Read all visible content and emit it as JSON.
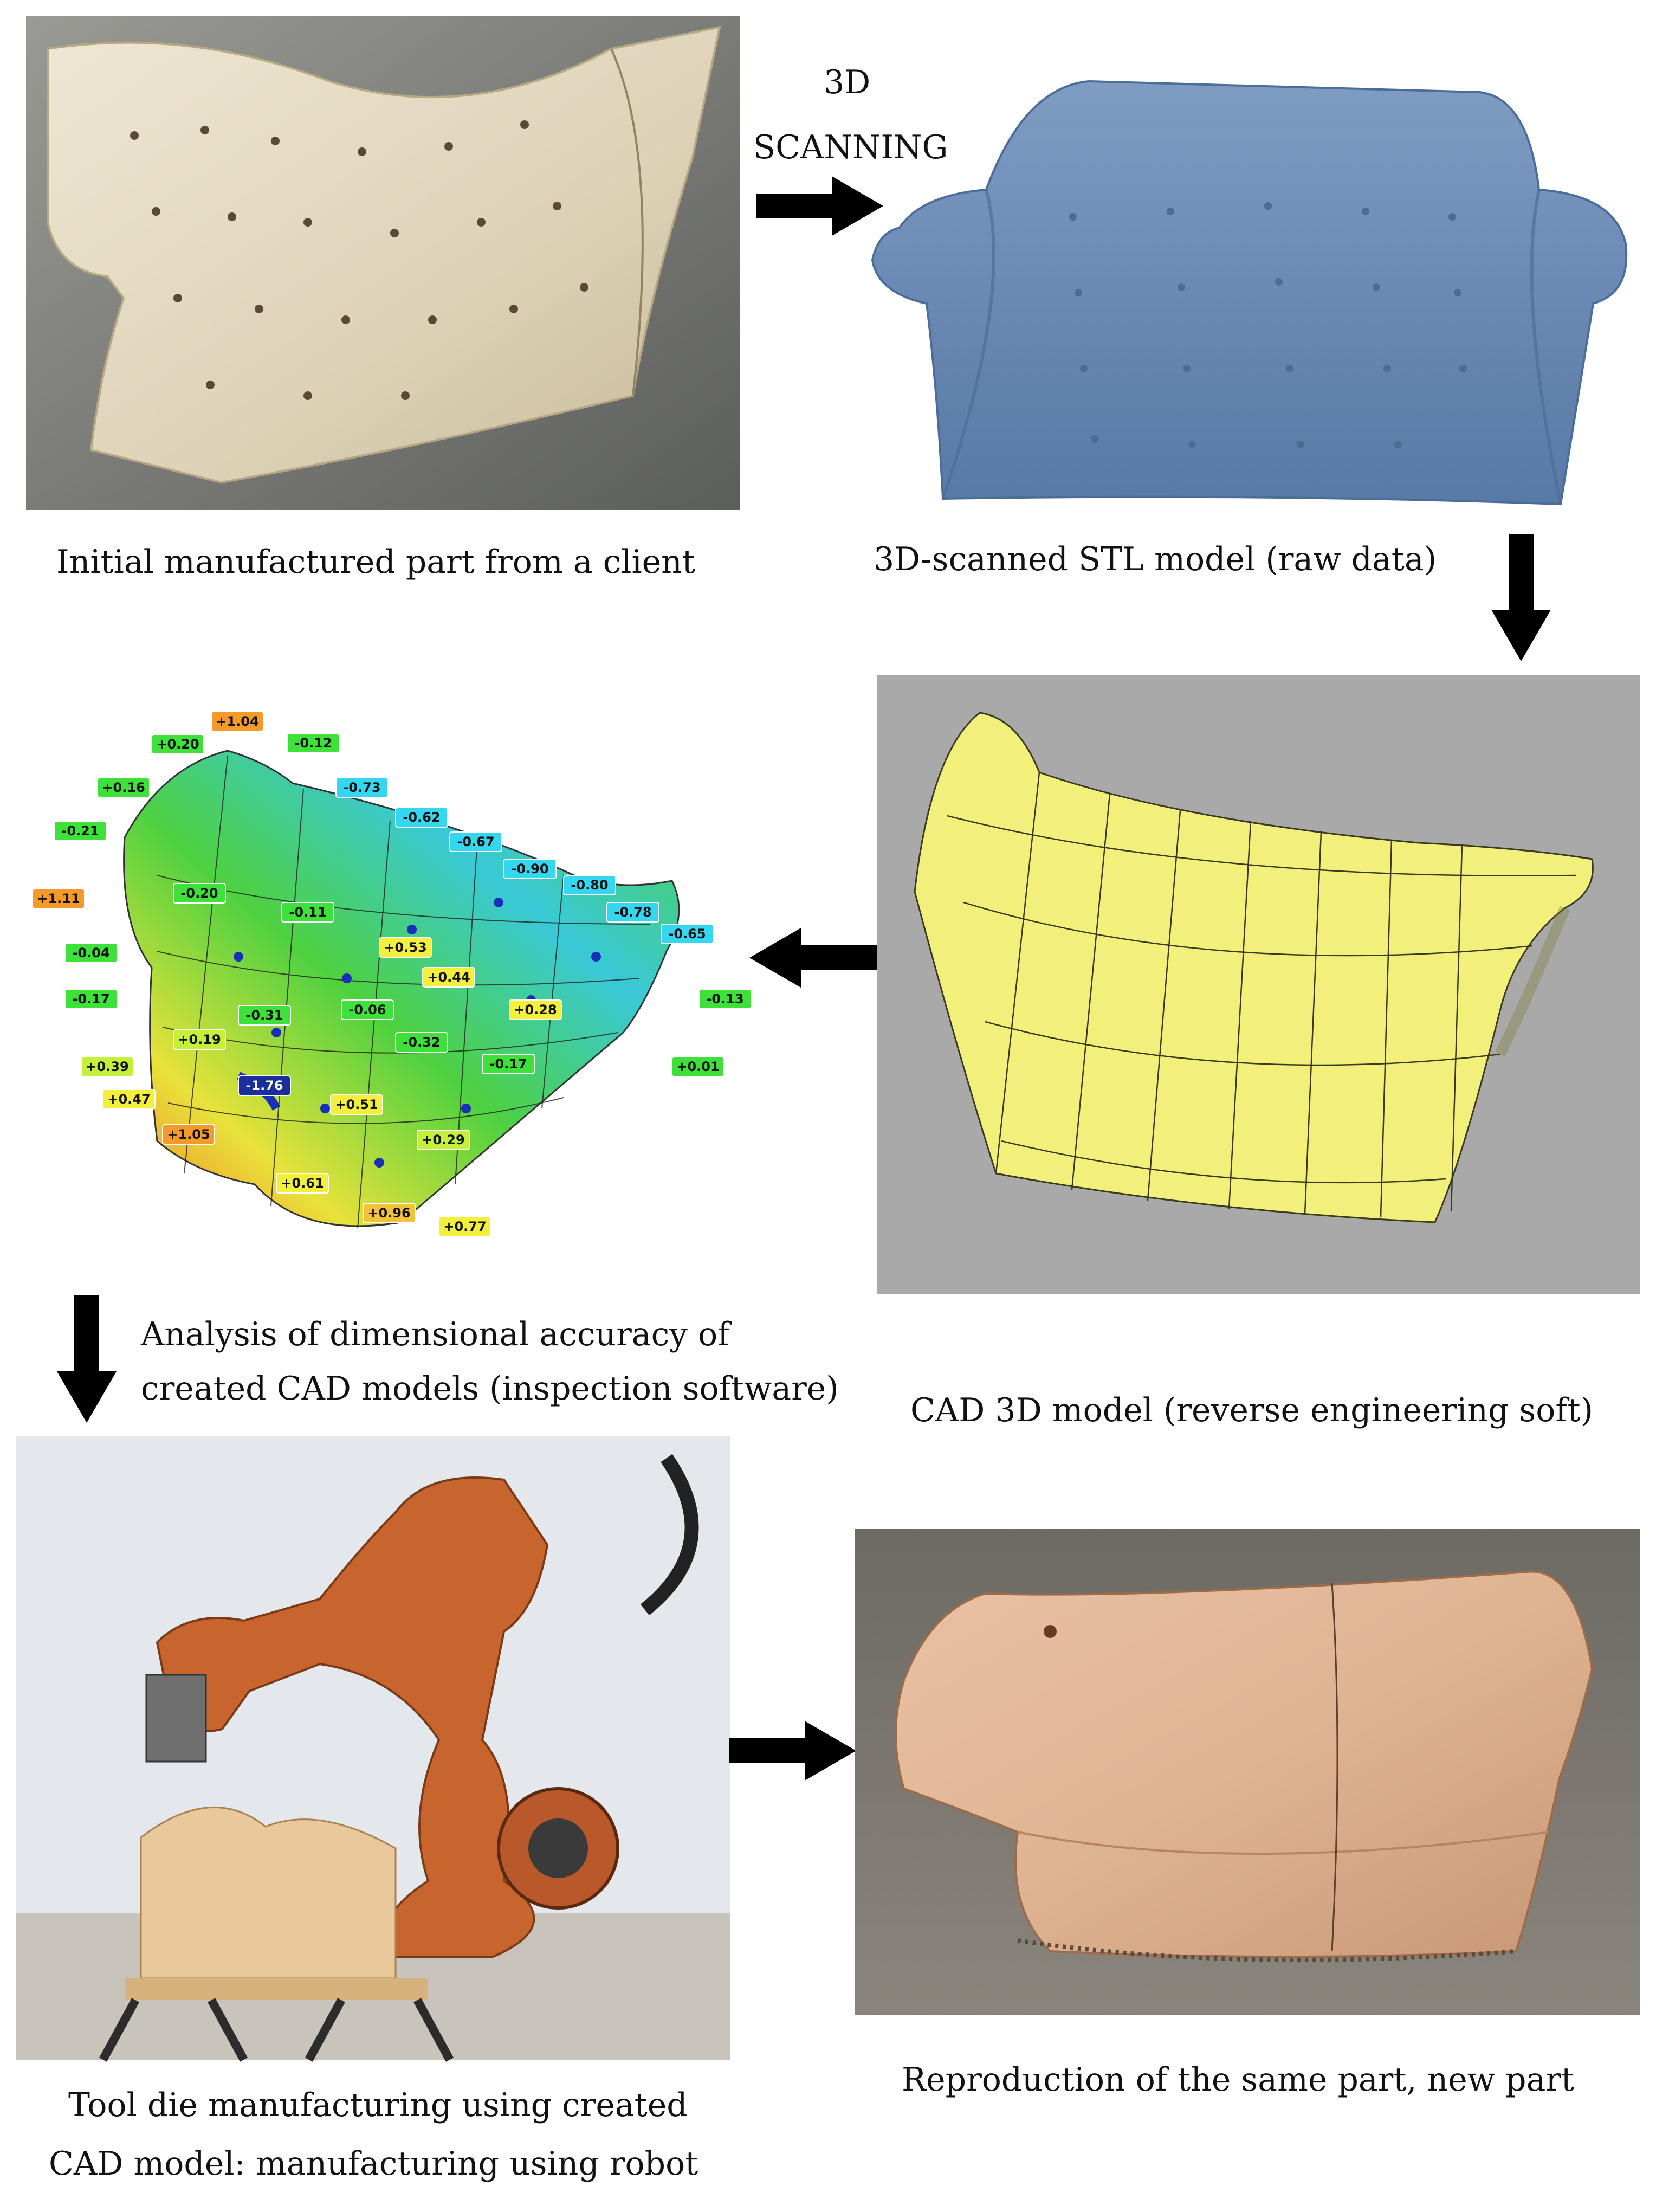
{
  "captions": {
    "initial_part": "Initial manufactured part from a client",
    "scanned": "3D-scanned STL model (raw data)",
    "analysis_line1": "Analysis of dimensional accuracy of",
    "analysis_line2": "created CAD models (inspection software)",
    "cad_model": "CAD 3D model (reverse engineering soft)",
    "tool_die_line1": "Tool die manufacturing using created",
    "tool_die_line2": "CAD model: manufacturing using robot",
    "reproduction": "Reproduction of the same part, new part"
  },
  "arrow_labels": {
    "scan_line1": "3D",
    "scan_line2": "SCANNING"
  },
  "deviation_tags": [
    {
      "label": "+0.20",
      "color": "#3ee03a"
    },
    {
      "label": "+1.04",
      "color": "#f39a2b"
    },
    {
      "label": "-0.12",
      "color": "#3ee03a"
    },
    {
      "label": "+0.16",
      "color": "#3ee03a"
    },
    {
      "label": "-0.73",
      "color": "#35d6f0"
    },
    {
      "label": "-0.62",
      "color": "#35d6f0"
    },
    {
      "label": "-0.21",
      "color": "#3ee03a"
    },
    {
      "label": "-0.67",
      "color": "#35d6f0"
    },
    {
      "label": "-0.90",
      "color": "#35d6f0"
    },
    {
      "label": "-0.80",
      "color": "#35d6f0"
    },
    {
      "label": "+1.11",
      "color": "#f39a2b"
    },
    {
      "label": "-0.20",
      "color": "#3ee03a"
    },
    {
      "label": "-0.11",
      "color": "#3ee03a"
    },
    {
      "label": "-0.78",
      "color": "#35d6f0"
    },
    {
      "label": "-0.65",
      "color": "#35d6f0"
    },
    {
      "label": "+0.53",
      "color": "#f2f03a"
    },
    {
      "label": "-0.04",
      "color": "#3ee03a"
    },
    {
      "label": "+0.44",
      "color": "#f2f03a"
    },
    {
      "label": "-0.17",
      "color": "#3ee03a"
    },
    {
      "label": "-0.31",
      "color": "#3ee03a"
    },
    {
      "label": "-0.06",
      "color": "#3ee03a"
    },
    {
      "label": "+0.28",
      "color": "#f2f03a"
    },
    {
      "label": "-0.13",
      "color": "#3ee03a"
    },
    {
      "label": "+0.19",
      "color": "#c4f03a"
    },
    {
      "label": "-0.32",
      "color": "#3ee03a"
    },
    {
      "label": "+0.39",
      "color": "#c4f03a"
    },
    {
      "label": "-0.17",
      "color": "#3ee03a"
    },
    {
      "label": "+0.01",
      "color": "#3ee03a"
    },
    {
      "label": "+0.47",
      "color": "#f2f03a"
    },
    {
      "label": "-1.76",
      "color": "#1a2f9c"
    },
    {
      "label": "+0.51",
      "color": "#f2f03a"
    },
    {
      "label": "+1.05",
      "color": "#f39a2b"
    },
    {
      "label": "+0.29",
      "color": "#c4f03a"
    },
    {
      "label": "+0.61",
      "color": "#f2f03a"
    },
    {
      "label": "+0.96",
      "color": "#f3c23a"
    },
    {
      "label": "+0.77",
      "color": "#f2f03a"
    }
  ]
}
